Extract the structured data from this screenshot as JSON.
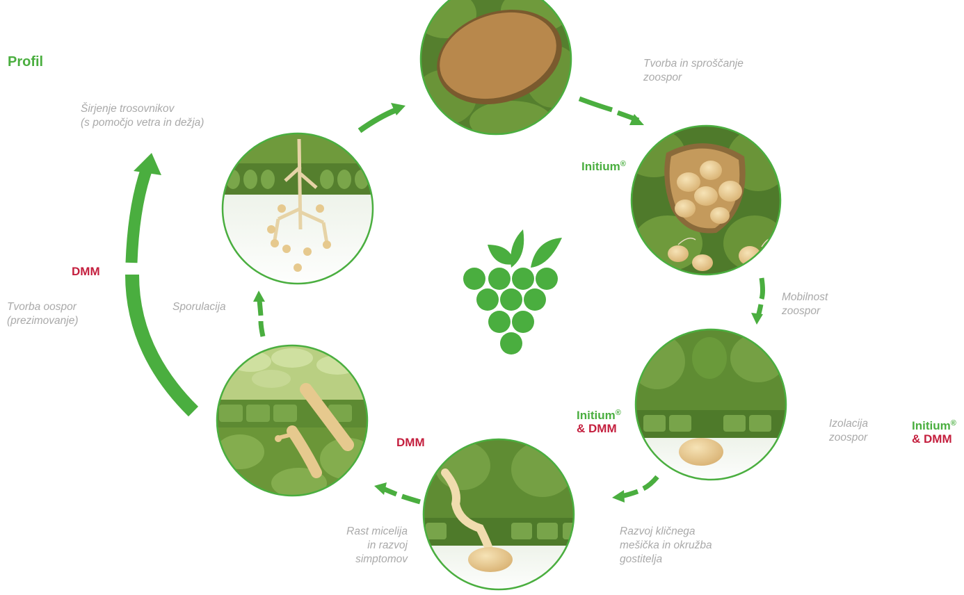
{
  "title": "Profil",
  "stages": {
    "release": [
      "Tvorba in sproščanje",
      "zoospor"
    ],
    "dispersal": [
      "Širjenje trosovnikov",
      "(s pomočjo vetra in dežja)"
    ],
    "oospore": [
      "Tvorba oospor",
      "(prezimovanje)"
    ],
    "sporulation": [
      "Sporulacija"
    ],
    "mobility": [
      "Mobilnost",
      "zoospor"
    ],
    "isolation": [
      "Izolacija",
      "zoospor"
    ],
    "germination": [
      "Razvoj kličnega",
      "mešička in okružba",
      "gostitelja"
    ],
    "mycelium": [
      "Rast micelija",
      "in razvoj",
      "simptomov"
    ]
  },
  "products": {
    "initium": "Initium",
    "reg": "®",
    "amp_dmm": "& DMM",
    "dmm": "DMM"
  },
  "colors": {
    "brand_green": "#4aae3f",
    "brand_red": "#c41f3e",
    "label_grey": "#a9a9a9",
    "leaf_green": "#6e963c",
    "spore_tan": "#e6c98e"
  },
  "center_icon": "grape-cluster-icon"
}
